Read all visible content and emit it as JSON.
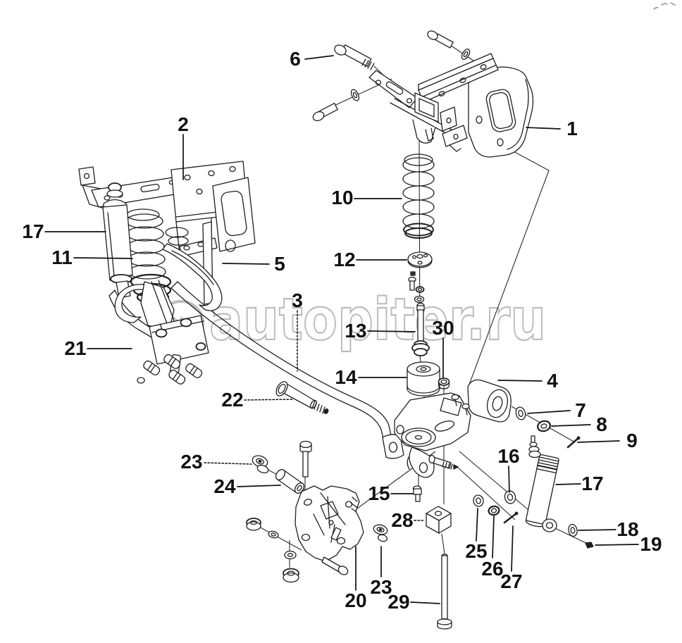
{
  "watermark": {
    "text": "autopiter.ru",
    "logo_glyph": "»",
    "color": "#bcbcbc"
  },
  "colors": {
    "background": "#ffffff",
    "line": "#1f1f1f",
    "label": "#111111"
  },
  "callouts": {
    "p1": "1",
    "p2": "2",
    "p3": "3",
    "p4": "4",
    "p5": "5",
    "p6": "6",
    "p7": "7",
    "p8": "8",
    "p9": "9",
    "p10": "10",
    "p11": "11",
    "p12": "12",
    "p13": "13",
    "p14": "14",
    "p15": "15",
    "p16": "16",
    "p17_left": "17",
    "p17_right": "17",
    "p18": "18",
    "p19": "19",
    "p20": "20",
    "p21": "21",
    "p22": "22",
    "p23_top": "23",
    "p23_bottom": "23",
    "p24": "24",
    "p25": "25",
    "p26": "26",
    "p27": "27",
    "p28": "28",
    "p29": "29",
    "p30": "30"
  }
}
